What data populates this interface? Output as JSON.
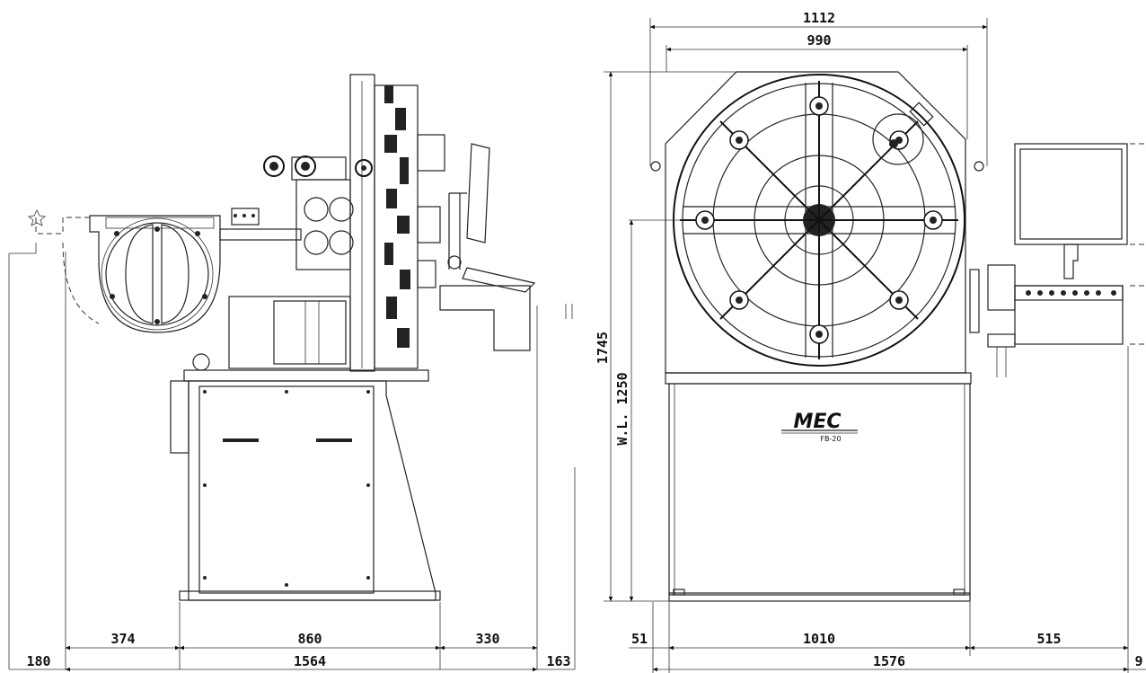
{
  "drawing": {
    "side_view": {
      "dims": {
        "overall_width": "1564",
        "left_section": "374",
        "base_width": "860",
        "right_section": "330",
        "left_extra": "180",
        "right_extra": "163"
      }
    },
    "front_view": {
      "dims": {
        "top_outer": "1112",
        "top_inner": "990",
        "height": "1745",
        "work_level": "W.L. 1250",
        "offset": "51",
        "base_width": "1010",
        "panel_width": "515",
        "overall_width": "1576",
        "right_offset": "9"
      },
      "brand": "MEC",
      "model": "FB-20"
    }
  }
}
